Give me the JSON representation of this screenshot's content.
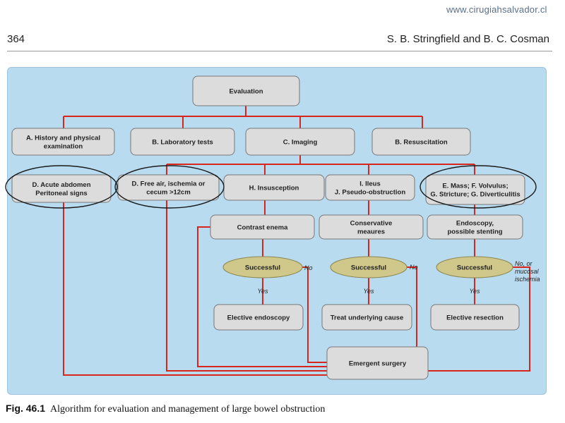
{
  "header": {
    "website": "www.cirugiahsalvador.cl",
    "page_number": "364",
    "authors": "S. B. Stringfield and B. C. Cosman"
  },
  "diagram": {
    "nodes": {
      "evaluation": [
        "Evaluation"
      ],
      "history": [
        "A. History and physical",
        "examination"
      ],
      "laboratory": [
        "B. Laboratory  tests"
      ],
      "imaging": [
        "C. Imaging"
      ],
      "resuscitation": [
        "B. Resuscitation"
      ],
      "acute_abdomen": [
        "D. Acute abdomen",
        "Peritoneal signs"
      ],
      "free_air": [
        "D. Free air, ischemia or",
        "cecum >12cm"
      ],
      "intussusception": [
        "H. Insusception"
      ],
      "ileus": [
        "I. Ileus",
        "J. Pseudo-obstruction"
      ],
      "mass": [
        "E. Mass; F. Volvulus;",
        "G. Stricture; G. Diverticulitis"
      ],
      "contrast_enema": [
        "Contrast enema"
      ],
      "conservative": [
        "Conservative",
        "meaures"
      ],
      "endoscopy": [
        "Endoscopy,",
        "possible stenting"
      ],
      "successful_1": [
        "Successful"
      ],
      "successful_2": [
        "Successful"
      ],
      "successful_3": [
        "Successful"
      ],
      "elective_endoscopy": [
        "Elective endoscopy"
      ],
      "treat_cause": [
        "Treat underlying cause"
      ],
      "elective_resection": [
        "Elective resection"
      ],
      "emergent_surgery": [
        "Emergent surgery"
      ]
    },
    "edge_labels": {
      "yes": "Yes",
      "no": "No",
      "no_mucosal": [
        "No, or",
        "mucosal",
        "ischemia"
      ]
    },
    "colors": {
      "panel": "#b9dbf0",
      "box_fill": "#dcdcdc",
      "box_stroke": "#777777",
      "decision_fill": "#cfc88a",
      "connector": "#d9261c",
      "highlight_ring": "#1a1a1a"
    }
  },
  "caption": {
    "label": "Fig. 46.1",
    "text": "Algorithm for evaluation and management of large bowel obstruction"
  }
}
